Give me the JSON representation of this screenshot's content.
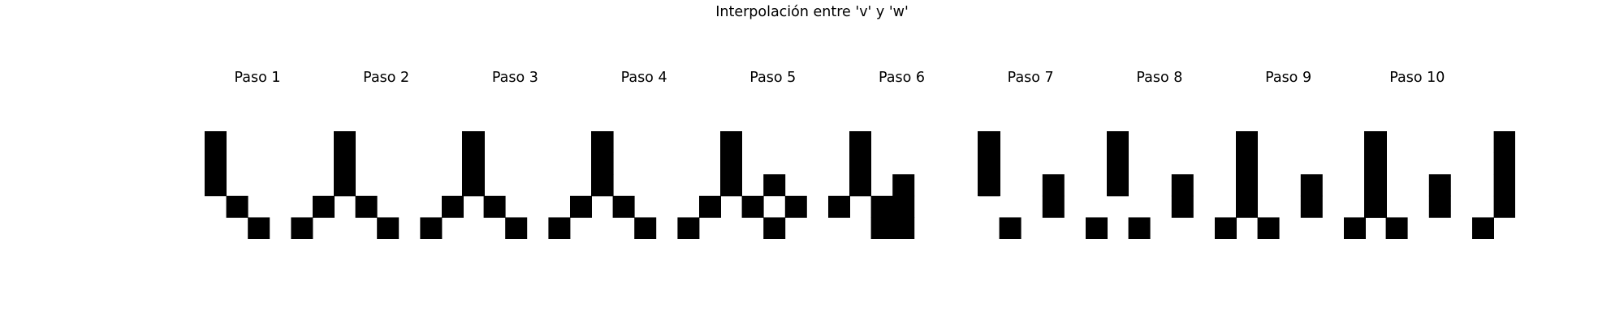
{
  "title": "Interpolación entre 'v' y 'w'",
  "steps": [
    {
      "label": "Paso 1",
      "grid": [
        "1000001",
        "1000001",
        "1000001",
        "0100010",
        "0010100"
      ]
    },
    {
      "label": "Paso 2",
      "grid": [
        "1000001",
        "1000001",
        "1000001",
        "0100010",
        "0010100"
      ]
    },
    {
      "label": "Paso 3",
      "grid": [
        "1000001",
        "1000001",
        "1000001",
        "0100010",
        "0010100"
      ]
    },
    {
      "label": "Paso 4",
      "grid": [
        "1000001",
        "1000001",
        "1000001",
        "0100010",
        "0010100"
      ]
    },
    {
      "label": "Paso 5",
      "grid": [
        "1000001",
        "1000001",
        "1010001",
        "0101010",
        "0010000"
      ]
    },
    {
      "label": "Paso 6",
      "grid": [
        "1000001",
        "1000001",
        "1010001",
        "0110000",
        "0110000"
      ]
    },
    {
      "label": "Paso 7",
      "grid": [
        "1000001",
        "1000001",
        "1001001",
        "0001000",
        "0100010"
      ]
    },
    {
      "label": "Paso 8",
      "grid": [
        "1000001",
        "1000001",
        "1001001",
        "0001000",
        "0100010"
      ]
    },
    {
      "label": "Paso 9",
      "grid": [
        "1000001",
        "1000001",
        "1001001",
        "1001001",
        "0100010"
      ]
    },
    {
      "label": "Paso 10",
      "grid": [
        "1000001",
        "1000001",
        "1001001",
        "1001001",
        "0100010"
      ]
    }
  ],
  "colors": {
    "on": "#000000",
    "off": "#ffffff"
  }
}
